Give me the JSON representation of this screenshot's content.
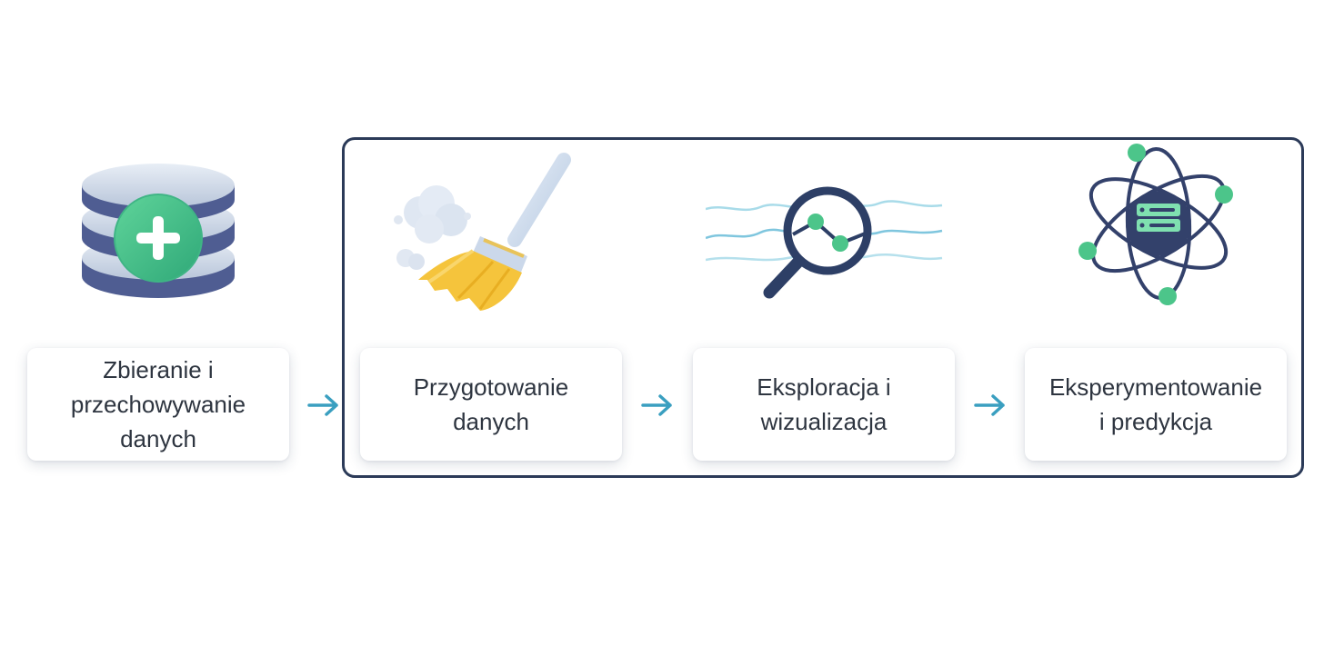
{
  "steps": [
    {
      "label": "Zbieranie i\nprzechowywanie\ndanych",
      "icon": "database-add-icon"
    },
    {
      "label": "Przygotowanie\ndanych",
      "icon": "broom-icon"
    },
    {
      "label": "Eksploracja i\nwizualizacja",
      "icon": "magnifier-chart-icon"
    },
    {
      "label": "Eksperymentowanie\ni predykcja",
      "icon": "atom-server-icon"
    }
  ],
  "colors": {
    "frame": "#2b3a58",
    "arrow": "#3a9fc0",
    "accent_green": "#4cc58a",
    "navy": "#33416b",
    "broom_yellow": "#f5c43c",
    "text": "#2e3540"
  }
}
